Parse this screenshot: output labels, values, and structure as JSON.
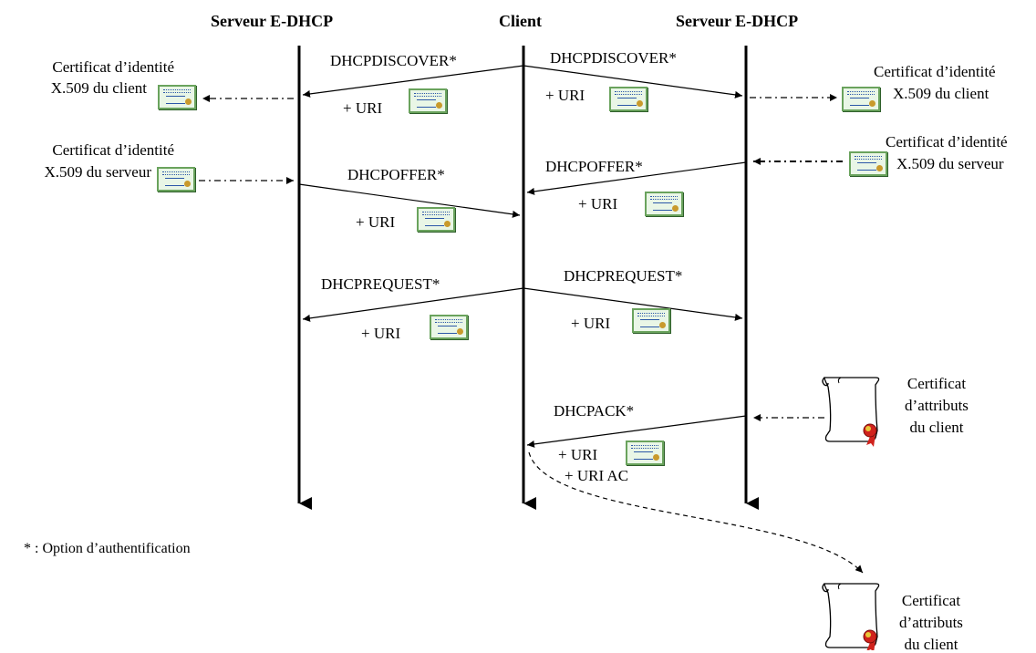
{
  "lanes": {
    "left_server": "Serveur E-DHCP",
    "client": "Client",
    "right_server": "Serveur E-DHCP"
  },
  "messages": {
    "discover_left": "DHCPDISCOVER*",
    "discover_right": "DHCPDISCOVER*",
    "offer_left": "DHCPOFFER*",
    "offer_right": "DHCPOFFER*",
    "request_left": "DHCPREQUEST*",
    "request_right": "DHCPREQUEST*",
    "ack": "DHCPACK*"
  },
  "uri_label": "+ URI",
  "uri_ac_label": "+ URI AC",
  "certs": {
    "id_client_l1": "Certificat d’identité",
    "id_client_l2": "X.509 du client",
    "id_server_l1": "Certificat d’identité",
    "id_server_l2": "X.509 du serveur",
    "attr_l1": "Certificat",
    "attr_l2": "d’attributs",
    "attr_l3": "du client"
  },
  "footnote": "* : Option d’authentification",
  "icons": {
    "identity": "certificate-icon",
    "attribute": "scroll-certificate-icon"
  },
  "colors": {
    "cert_border": "#6aa35d",
    "cert_fill": "#e9f6e6",
    "seal": "#d0221c"
  }
}
